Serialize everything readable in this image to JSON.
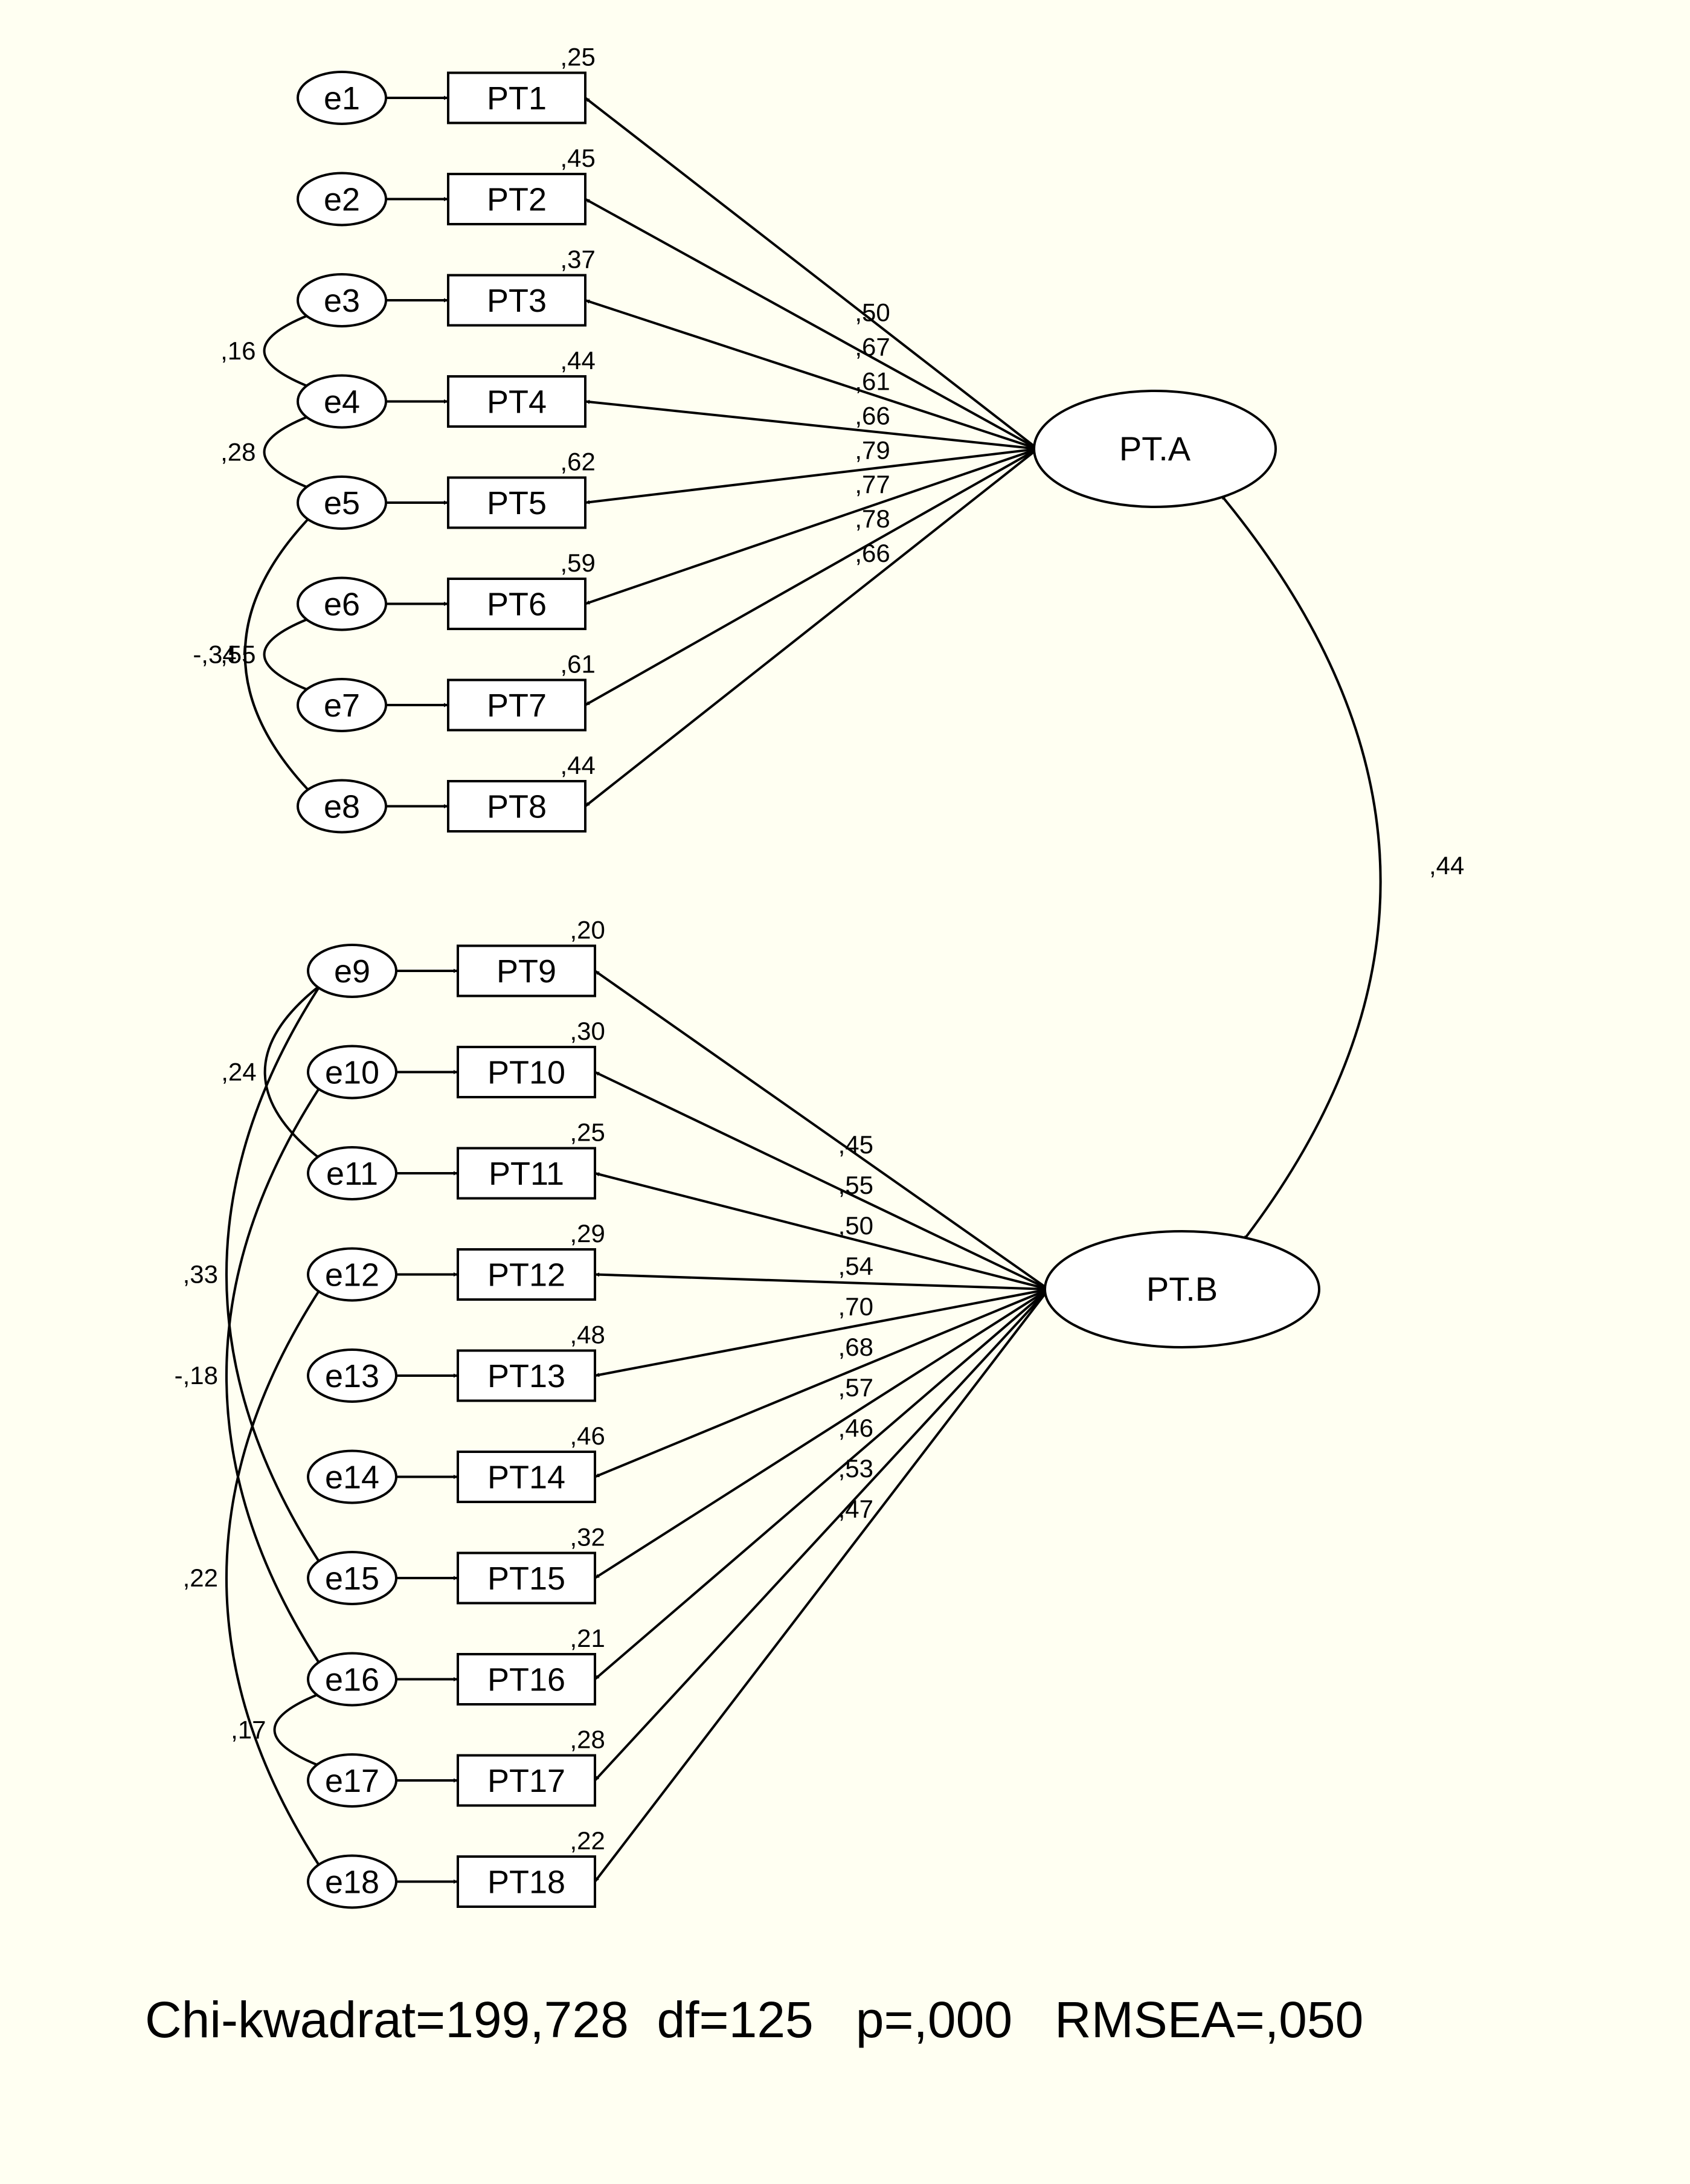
{
  "latents": [
    {
      "id": "A",
      "label": "PT.A"
    },
    {
      "id": "B",
      "label": "PT.B"
    }
  ],
  "latent_correlation": ",44",
  "items": [
    {
      "label": "PT1",
      "error": "e1",
      "r2": ",25",
      "loading": ",50",
      "factor": "A"
    },
    {
      "label": "PT2",
      "error": "e2",
      "r2": ",45",
      "loading": ",67",
      "factor": "A"
    },
    {
      "label": "PT3",
      "error": "e3",
      "r2": ",37",
      "loading": ",61",
      "factor": "A"
    },
    {
      "label": "PT4",
      "error": "e4",
      "r2": ",44",
      "loading": ",66",
      "factor": "A"
    },
    {
      "label": "PT5",
      "error": "e5",
      "r2": ",62",
      "loading": ",79",
      "factor": "A"
    },
    {
      "label": "PT6",
      "error": "e6",
      "r2": ",59",
      "loading": ",77",
      "factor": "A"
    },
    {
      "label": "PT7",
      "error": "e7",
      "r2": ",61",
      "loading": ",78",
      "factor": "A"
    },
    {
      "label": "PT8",
      "error": "e8",
      "r2": ",44",
      "loading": ",66",
      "factor": "A"
    },
    {
      "label": "PT9",
      "error": "e9",
      "r2": ",20",
      "loading": ",45",
      "factor": "B"
    },
    {
      "label": "PT10",
      "error": "e10",
      "r2": ",30",
      "loading": ",55",
      "factor": "B"
    },
    {
      "label": "PT11",
      "error": "e11",
      "r2": ",25",
      "loading": ",50",
      "factor": "B"
    },
    {
      "label": "PT12",
      "error": "e12",
      "r2": ",29",
      "loading": ",54",
      "factor": "B"
    },
    {
      "label": "PT13",
      "error": "e13",
      "r2": ",48",
      "loading": ",70",
      "factor": "B"
    },
    {
      "label": "PT14",
      "error": "e14",
      "r2": ",46",
      "loading": ",68",
      "factor": "B"
    },
    {
      "label": "PT15",
      "error": "e15",
      "r2": ",32",
      "loading": ",57",
      "factor": "B"
    },
    {
      "label": "PT16",
      "error": "e16",
      "r2": ",21",
      "loading": ",46",
      "factor": "B"
    },
    {
      "label": "PT17",
      "error": "e17",
      "r2": ",28",
      "loading": ",53",
      "factor": "B"
    },
    {
      "label": "PT18",
      "error": "e18",
      "r2": ",22",
      "loading": ",47",
      "factor": "B"
    }
  ],
  "error_covariances": [
    {
      "from": "e3",
      "to": "e4",
      "value": ",16"
    },
    {
      "from": "e4",
      "to": "e5",
      "value": ",28"
    },
    {
      "from": "e5",
      "to": "e8",
      "value": "-,34"
    },
    {
      "from": "e6",
      "to": "e7",
      "value": ",55"
    },
    {
      "from": "e9",
      "to": "e11",
      "value": ",24"
    },
    {
      "from": "e9",
      "to": "e15",
      "value": ",33"
    },
    {
      "from": "e10",
      "to": "e16",
      "value": "-,18"
    },
    {
      "from": "e12",
      "to": "e18",
      "value": ",22"
    },
    {
      "from": "e16",
      "to": "e17",
      "value": ",17"
    }
  ],
  "fit_statistics": "Chi-kwadrat=199,728  df=125   p=,000   RMSEA=,050"
}
